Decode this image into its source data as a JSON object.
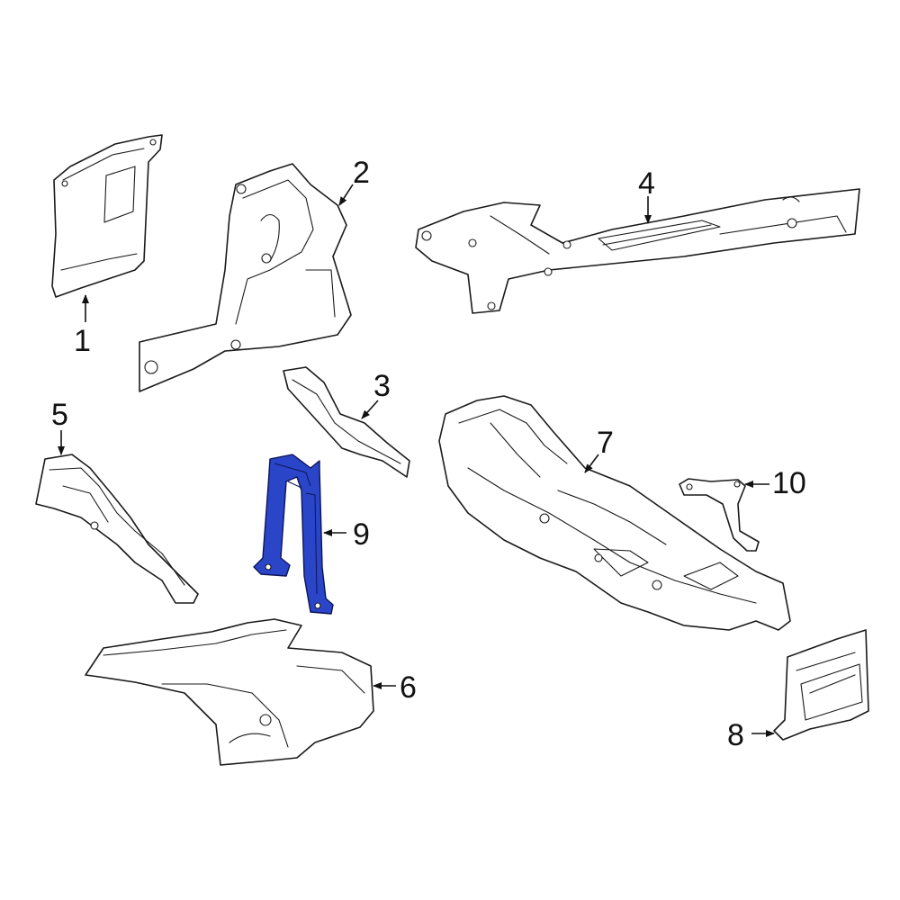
{
  "callouts": [
    {
      "id": "1",
      "label": "1"
    },
    {
      "id": "2",
      "label": "2"
    },
    {
      "id": "3",
      "label": "3"
    },
    {
      "id": "4",
      "label": "4"
    },
    {
      "id": "5",
      "label": "5"
    },
    {
      "id": "6",
      "label": "6"
    },
    {
      "id": "7",
      "label": "7"
    },
    {
      "id": "8",
      "label": "8"
    },
    {
      "id": "9",
      "label": "9"
    },
    {
      "id": "10",
      "label": "10"
    }
  ],
  "highlighted_part": "9",
  "colors": {
    "highlight": "#2b45c9",
    "line": "#1a1a1a",
    "background": "#ffffff"
  }
}
